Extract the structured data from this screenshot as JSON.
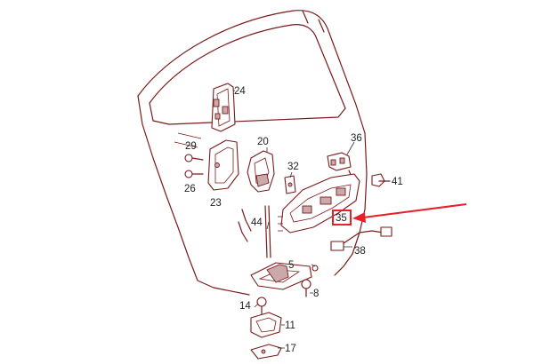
{
  "colors": {
    "line": "#7a1a1a",
    "callout": "#e8202a",
    "label_text": "#222222",
    "background": "#ffffff"
  },
  "callout": {
    "target_part": "35",
    "shape": "red box with red arrow pointing left"
  },
  "parts": [
    {
      "id": "p24",
      "label": "24"
    },
    {
      "id": "p29",
      "label": "29"
    },
    {
      "id": "p20",
      "label": "20"
    },
    {
      "id": "p36",
      "label": "36"
    },
    {
      "id": "p32",
      "label": "32"
    },
    {
      "id": "p41",
      "label": "41"
    },
    {
      "id": "p26",
      "label": "26"
    },
    {
      "id": "p23",
      "label": "23"
    },
    {
      "id": "p44",
      "label": "44"
    },
    {
      "id": "p35",
      "label": "35"
    },
    {
      "id": "p38",
      "label": "38"
    },
    {
      "id": "p5",
      "label": "5"
    },
    {
      "id": "p8",
      "label": "8"
    },
    {
      "id": "p14",
      "label": "14"
    },
    {
      "id": "p11",
      "label": "11"
    },
    {
      "id": "p17",
      "label": "17"
    }
  ]
}
